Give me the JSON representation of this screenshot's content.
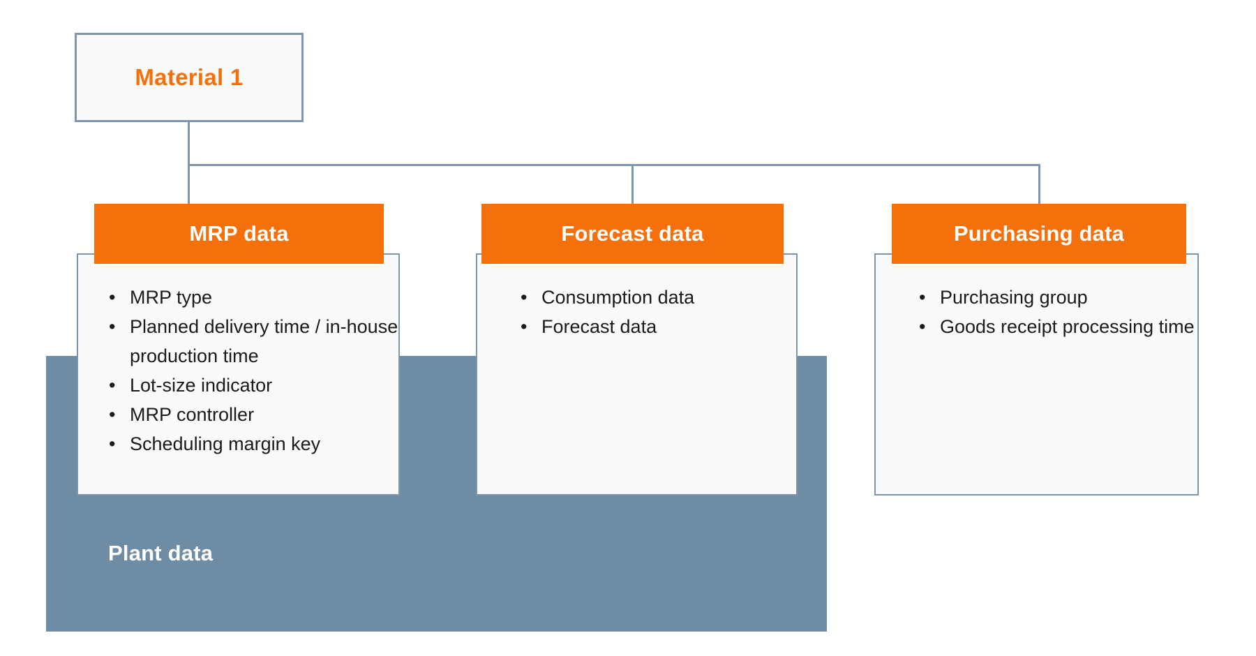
{
  "diagram": {
    "type": "hierarchy-tree",
    "root": {
      "label": "Material 1"
    },
    "background_group": {
      "label": "Plant data",
      "color": "#6F8CA5"
    },
    "colors": {
      "accent_orange": "#F5700A",
      "blue_grey": "#6F8CA5",
      "border_blue": "#7E96AC",
      "card_fill": "#FAFAFA",
      "header_text": "#FFFFFF",
      "body_text": "#1A1A1A"
    },
    "children": [
      {
        "title": "MRP data",
        "items": [
          "MRP type",
          "Planned delivery time / in-house production time",
          "Lot-size indicator",
          "MRP controller",
          "Scheduling margin key"
        ]
      },
      {
        "title": "Forecast data",
        "items": [
          "Consumption data",
          "Forecast data"
        ]
      },
      {
        "title": "Purchasing data",
        "items": [
          "Purchasing group",
          "Goods receipt processing time"
        ]
      }
    ]
  }
}
